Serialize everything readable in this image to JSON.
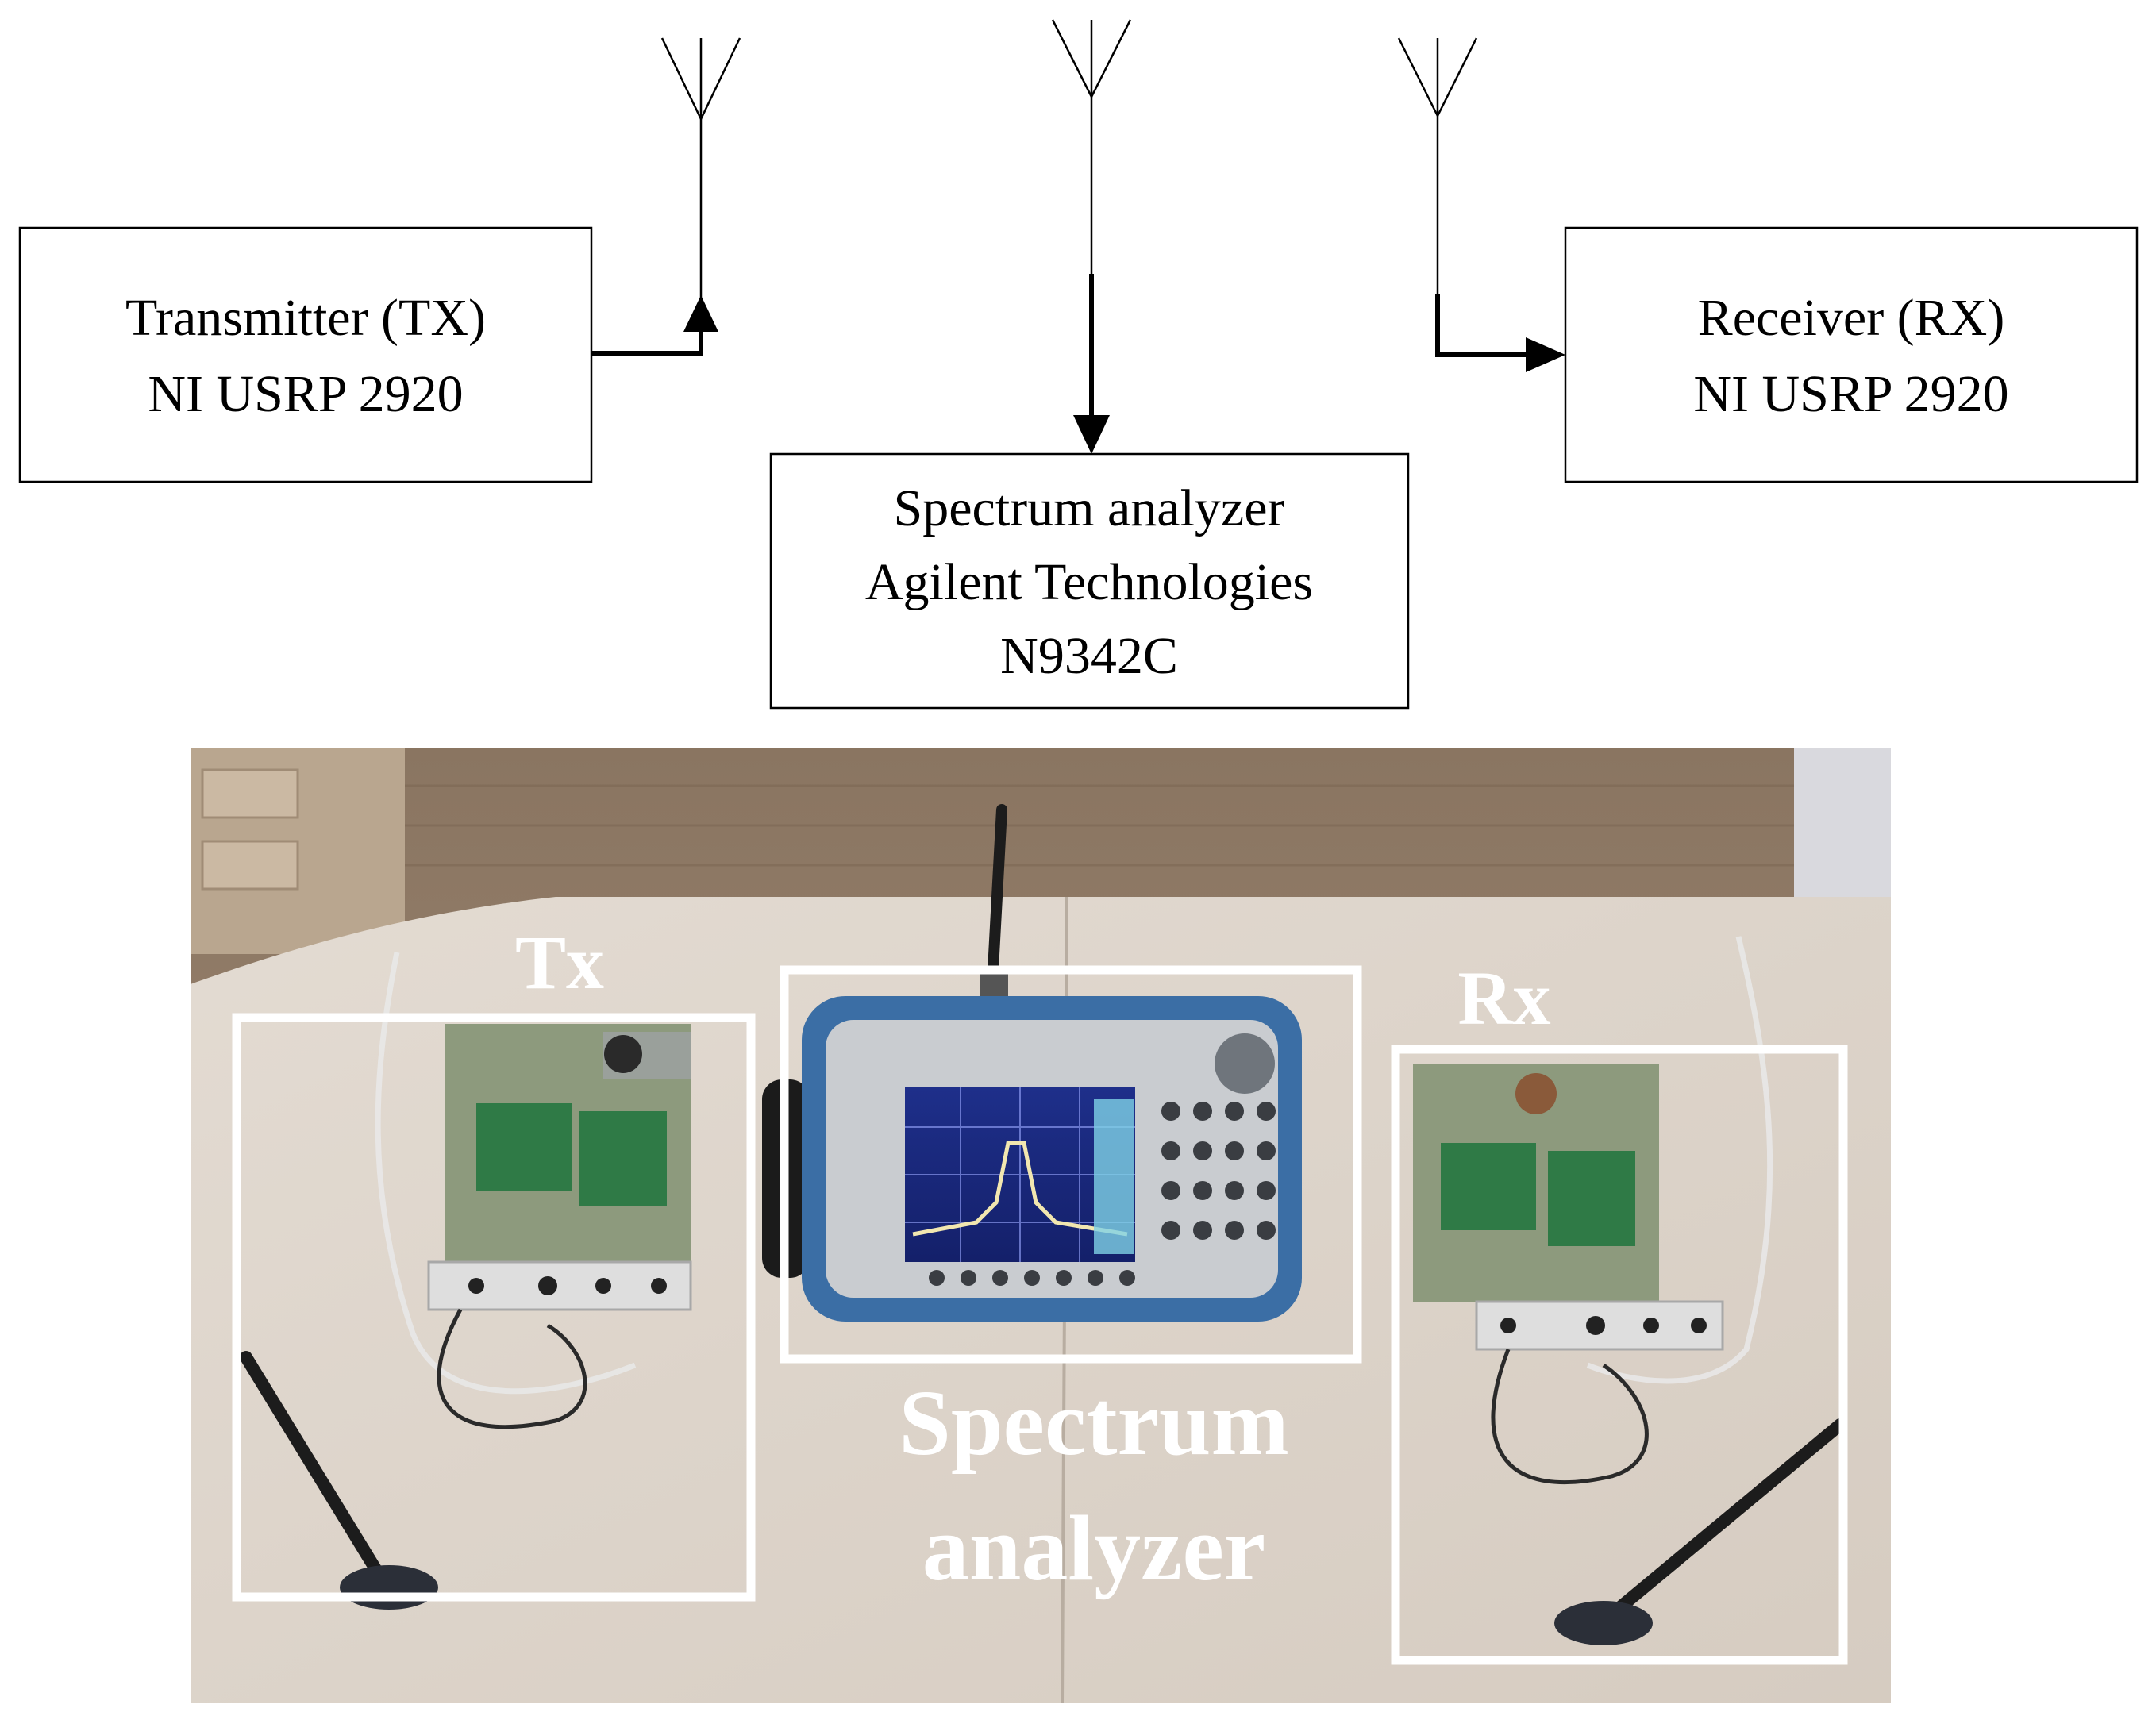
{
  "diagram": {
    "transmitter": {
      "line1": "Transmitter (TX)",
      "line2": "NI USRP 2920"
    },
    "receiver": {
      "line1": "Receiver (RX)",
      "line2": "NI USRP 2920"
    },
    "analyzer": {
      "line1": "Spectrum analyzer",
      "line2": "Agilent Technologies",
      "line3": "N9342C"
    }
  },
  "photo": {
    "tx_label": "Tx",
    "rx_label": "Rx",
    "analyzer_label_line1": "Spectrum",
    "analyzer_label_line2": "analyzer"
  }
}
